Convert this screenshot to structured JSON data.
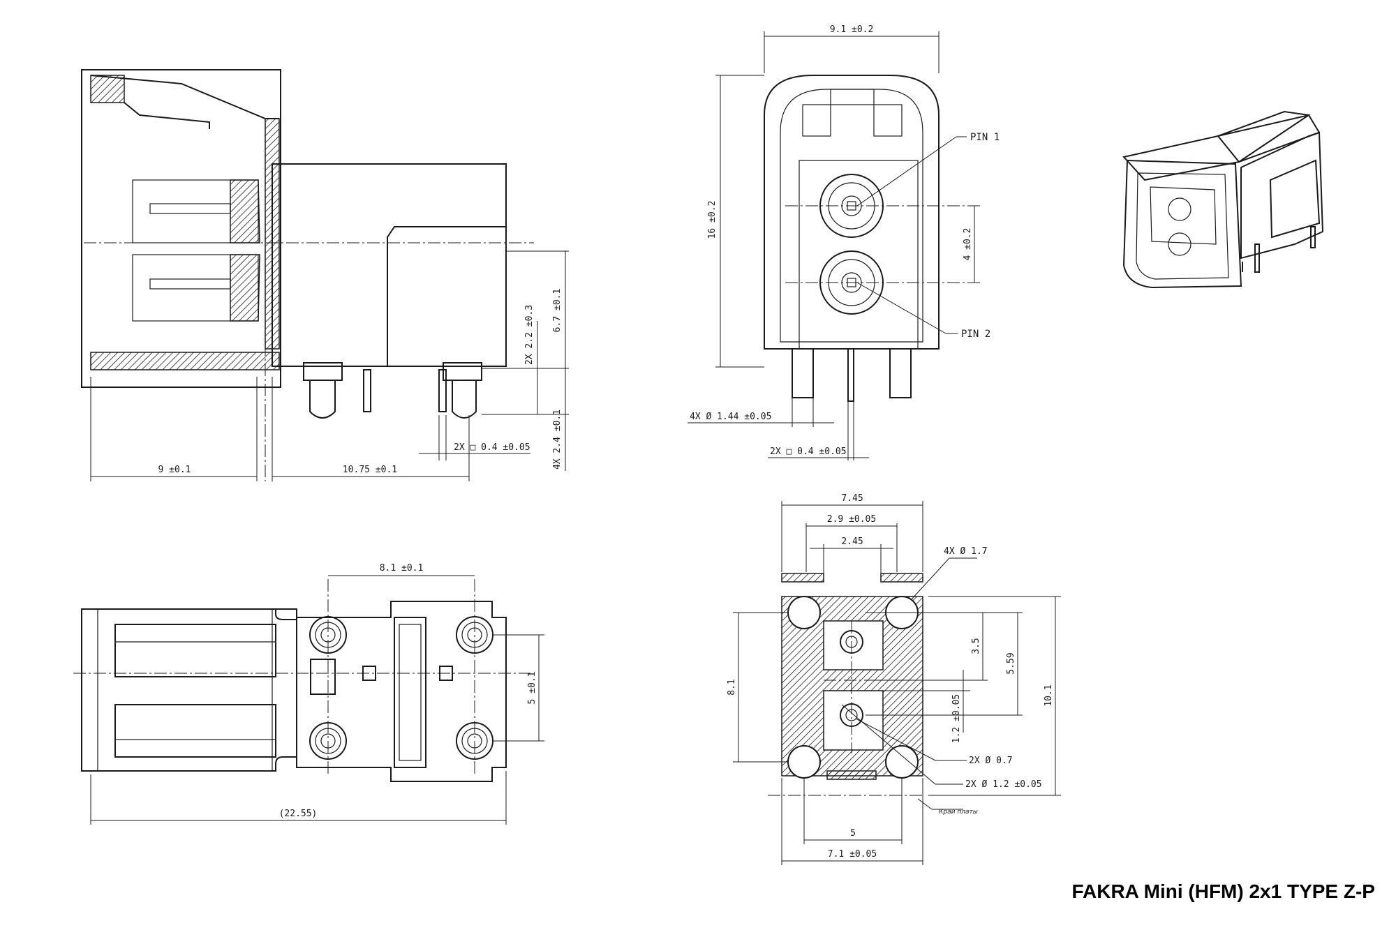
{
  "title": "FAKRA Mini (HFM) 2x1 TYPE Z-P",
  "side_view": {
    "dim_9": "9 ±0.1",
    "dim_10_75": "10.75 ±0.1",
    "dim_6_7": "6.7 ±0.1",
    "dim_2_2": "2X 2.2 ±0.3",
    "dim_2_4": "4X 2.4 ±0.1",
    "dim_pin_sq": "2X □ 0.4 ±0.05"
  },
  "front_view": {
    "dim_9_1": "9.1 ±0.2",
    "dim_16": "16 ±0.2",
    "dim_4": "4 ±0.2",
    "pin1": "PIN 1",
    "pin2": "PIN 2",
    "dim_dia": "4X Ø 1.44 ±0.05",
    "dim_pin_sq": "2X □ 0.4 ±0.05"
  },
  "bottom_view": {
    "dim_8_1": "8.1 ±0.1",
    "dim_5": "5 ±0.1",
    "dim_22_55": "(22.55)"
  },
  "footprint": {
    "dim_7_45": "7.45",
    "dim_2_9": "2.9 ±0.05",
    "dim_2_45": "2.45",
    "dim_4x_17": "4X Ø 1.7",
    "dim_8_1": "8.1",
    "dim_3_5": "3.5",
    "dim_5_59": "5.59",
    "dim_10_1": "10.1",
    "dim_1_2": "1.2 ±0.05",
    "dim_2x_07": "2X Ø 0.7",
    "dim_2x_12": "2X Ø 1.2 ±0.05",
    "dim_5": "5",
    "dim_7_1": "7.1 ±0.05",
    "edge_label": "Край платы"
  }
}
